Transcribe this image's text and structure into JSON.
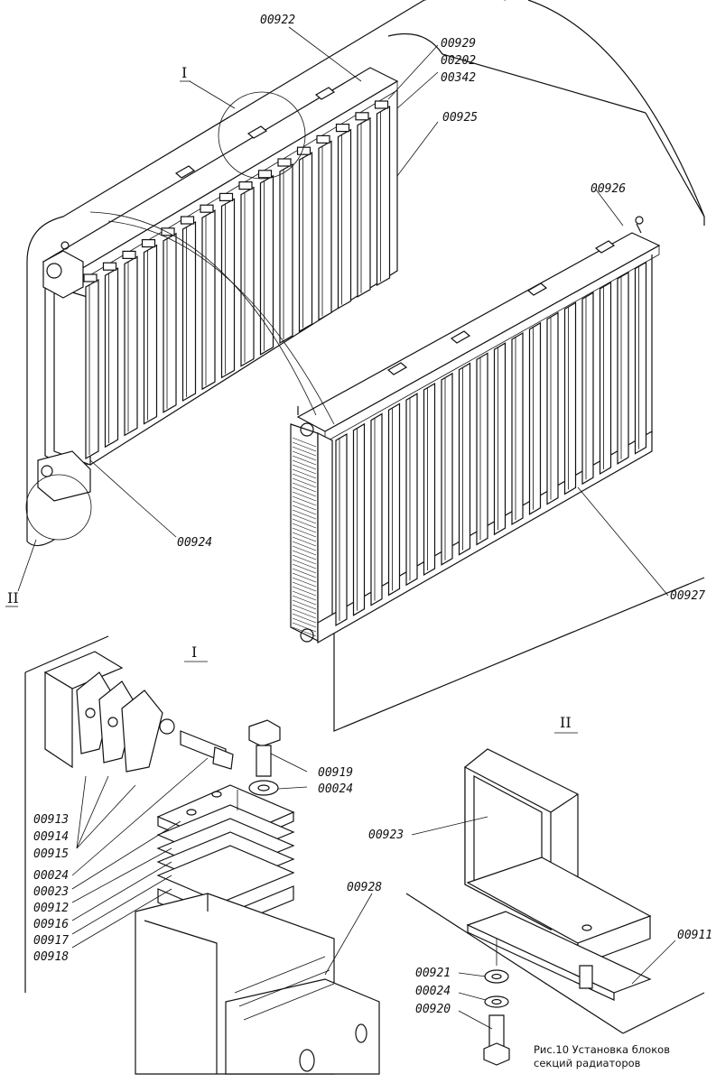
{
  "labels": {
    "p00922": "00922",
    "p00929": "00929",
    "p00202": "00202",
    "p00342": "00342",
    "p00925": "00925",
    "p00926": "00926",
    "p00924": "00924",
    "p00927": "00927",
    "p00919": "00919",
    "p00024a": "00024",
    "p00913": "00913",
    "p00914": "00914",
    "p00915": "00915",
    "p00024b": "00024",
    "p00023": "00023",
    "p00912": "00912",
    "p00916": "00916",
    "p00917": "00917",
    "p00918": "00918",
    "p00928": "00928",
    "p00923": "00923",
    "p00911": "00911",
    "p00921": "00921",
    "p00024c": "00024",
    "p00920": "00920"
  },
  "detail_marks": {
    "top_I": "I",
    "left_II": "II",
    "detail_I": "I",
    "detail_II": "II"
  },
  "caption": {
    "line1": "Рис.10 Установка блоков",
    "line2": "секций радиаторов"
  }
}
